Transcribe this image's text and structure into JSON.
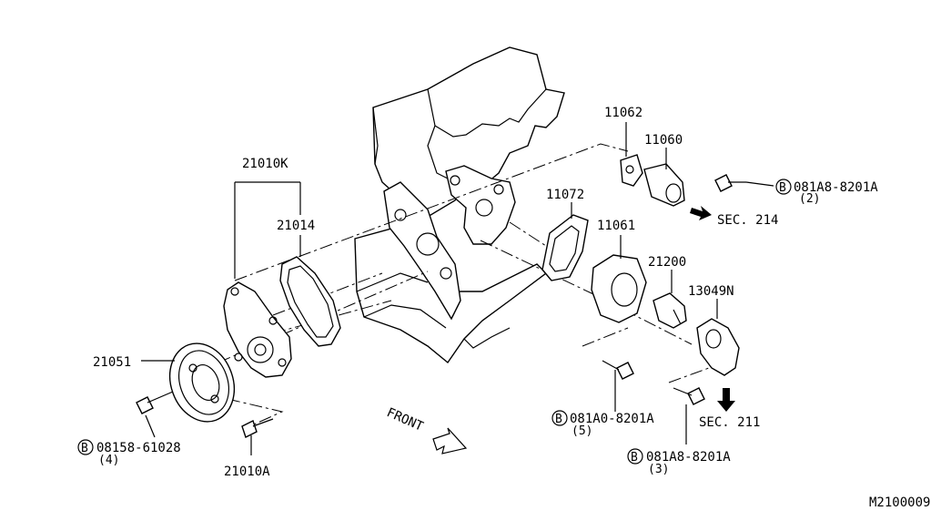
{
  "labels": {
    "p11062": "11062",
    "p11060": "11060",
    "p21010k": "21010K",
    "p21014": "21014",
    "p11072": "11072",
    "p11061": "11061",
    "p21200": "21200",
    "p13049n": "13049N",
    "p21051": "21051",
    "p21010a": "21010A",
    "bolt1_code": "081A8-8201A",
    "bolt1_qty": "(2)",
    "bolt2_code": "081A0-8201A",
    "bolt2_qty": "(5)",
    "bolt3_code": "081A8-8201A",
    "bolt3_qty": "(3)",
    "bolt4_code": "08158-61028",
    "bolt4_qty": "(4)",
    "bolt_prefix": "B",
    "sec214": "SEC. 214",
    "sec211": "SEC. 211",
    "front": "FRONT",
    "drawing_no": "M2100009"
  }
}
